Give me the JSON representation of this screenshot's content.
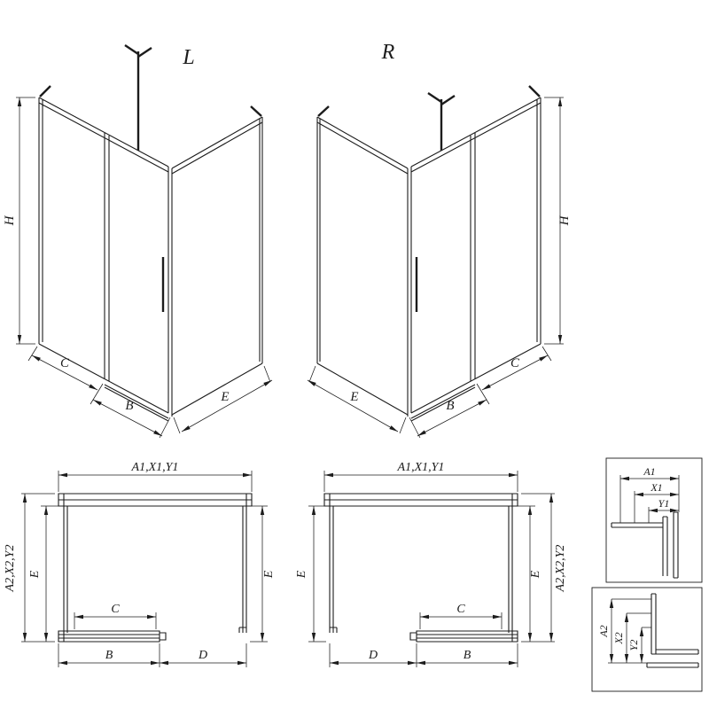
{
  "iso_left": {
    "label": "L",
    "dim_height": "H",
    "dim_fixed": "C",
    "dim_door": "B",
    "dim_side": "E"
  },
  "iso_right": {
    "label": "R",
    "dim_height": "H",
    "dim_fixed": "C",
    "dim_door": "B",
    "dim_side": "E"
  },
  "plan_left": {
    "dim_width": "A1,X1,Y1",
    "dim_depth": "A2,X2,Y2",
    "dim_e_left": "E",
    "dim_e_right": "E",
    "dim_c": "C",
    "dim_b": "B",
    "dim_d": "D"
  },
  "plan_right": {
    "dim_width": "A1,X1,Y1",
    "dim_depth": "A2,X2,Y2",
    "dim_e_left": "E",
    "dim_e_right": "E",
    "dim_c": "C",
    "dim_b": "B",
    "dim_d": "D"
  },
  "detail_top": {
    "dim_a": "A1",
    "dim_x": "X1",
    "dim_y": "Y1"
  },
  "detail_bottom": {
    "dim_a": "A2",
    "dim_x": "X2",
    "dim_y": "Y2"
  },
  "colors": {
    "line": "#1c1c1c",
    "background": "#ffffff"
  }
}
